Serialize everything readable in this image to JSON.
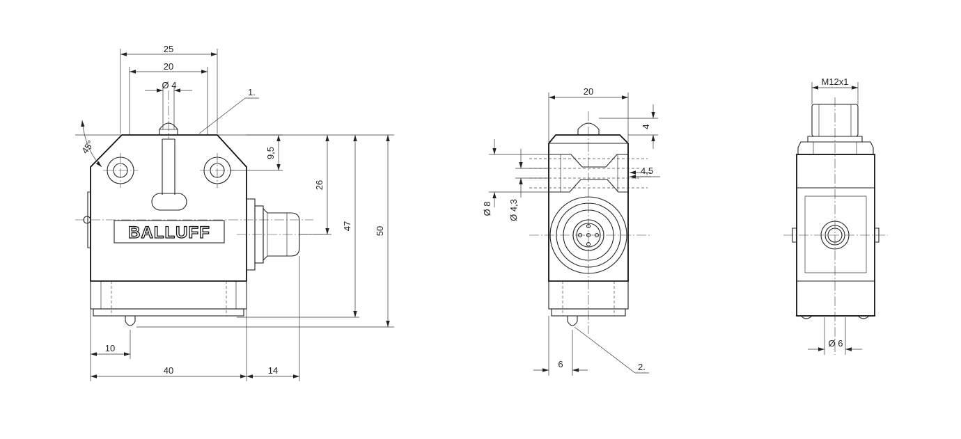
{
  "brand": "BALLUFF",
  "views": {
    "front": {
      "dims": {
        "width_25": "25",
        "width_20": "20",
        "dia_4": "Ø 4",
        "height_9_5": "9,5",
        "height_26": "26",
        "height_47": "47",
        "height_50": "50",
        "angle_45": "45°",
        "offset_10": "10",
        "length_40": "40",
        "length_14": "14"
      },
      "callout_1": "1."
    },
    "side": {
      "dims": {
        "width_20": "20",
        "height_4": "4",
        "dia_4_5": "4,5",
        "dia_8": "Ø 8",
        "dia_4_3": "Ø 4,3",
        "offset_6": "6"
      },
      "callout_2": "2."
    },
    "rear": {
      "dims": {
        "thread": "M12x1",
        "dia_6": "Ø 6"
      }
    }
  }
}
